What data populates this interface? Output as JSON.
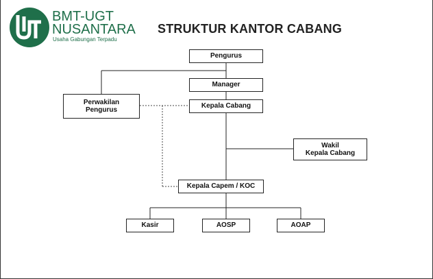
{
  "brand": {
    "name_line1": "BMT-UGT",
    "name_line2": "NUSANTARA",
    "tagline": "Usaha Gabungan Terpadu",
    "color": "#1f6f4a"
  },
  "title": "STRUKTUR KANTOR CABANG",
  "nodes": {
    "pengurus": "Pengurus",
    "manager": "Manager",
    "kepala_cabang": "Kepala Cabang",
    "perwakilan_line1": "Perwakilan",
    "perwakilan_line2": "Pengurus",
    "wakil_line1": "Wakil",
    "wakil_line2": "Kepala Cabang",
    "kepala_capem": "Kepala Capem / KOC",
    "kasir": "Kasir",
    "aosp": "AOSP",
    "aoap": "AOAP"
  }
}
